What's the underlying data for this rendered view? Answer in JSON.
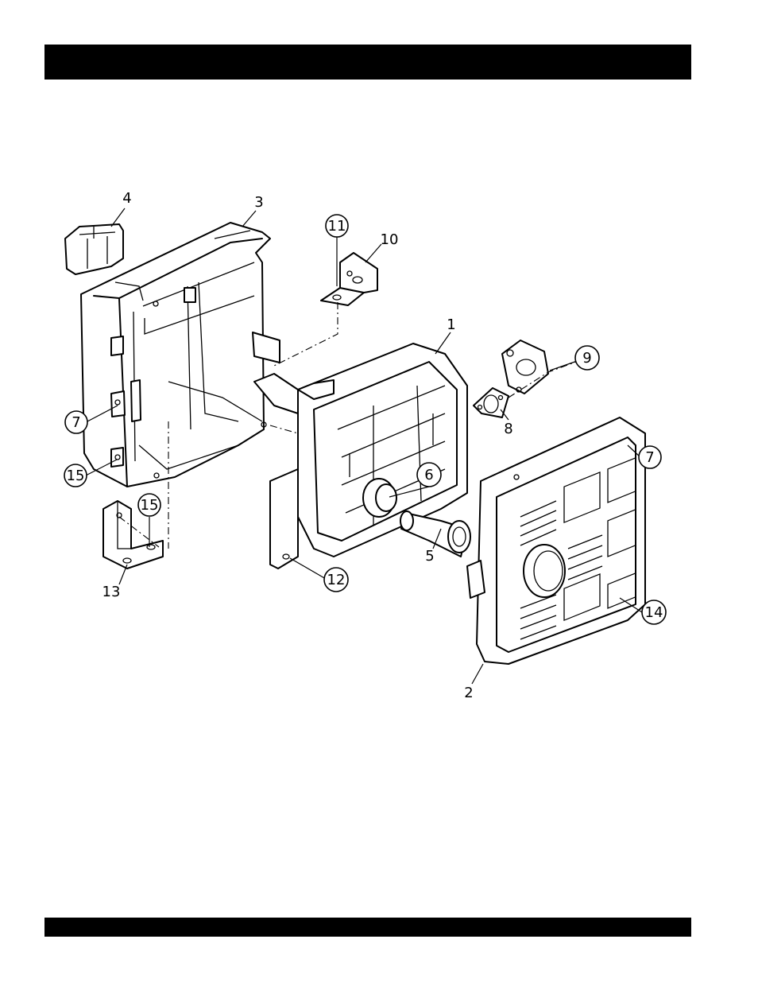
{
  "header_bar": {
    "text": ""
  },
  "footer_bar": {
    "text": ""
  },
  "callouts": {
    "c1": "1",
    "c2": "2",
    "c3": "3",
    "c4": "4",
    "c5": "5",
    "c6": "6",
    "c7a": "7",
    "c7b": "7",
    "c8": "8",
    "c9": "9",
    "c10": "10",
    "c11": "11",
    "c12": "12",
    "c13": "13",
    "c14": "14",
    "c15a": "15",
    "c15b": "15"
  },
  "circled_callouts": [
    "6",
    "7",
    "7",
    "9",
    "11",
    "12",
    "14",
    "15",
    "15"
  ]
}
